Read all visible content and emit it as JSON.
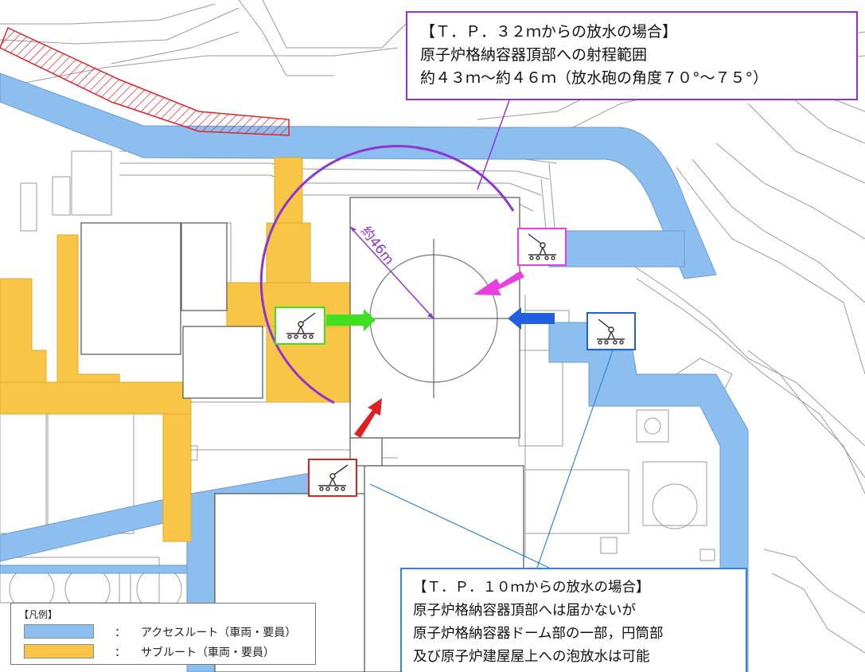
{
  "callout_top": {
    "lines": [
      "【Ｔ．Ｐ．３２ｍからの放水の場合】",
      "原子炉格納容器頂部への射程範囲",
      "約４３ｍ～約４６ｍ（放水砲の角度７０°～７５°）"
    ]
  },
  "callout_bottom": {
    "lines": [
      "【Ｔ．Ｐ．１０ｍからの放水の場合】",
      "原子炉格納容器頂部へは届かないが",
      "原子炉格納容器ドーム部の一部，円筒部",
      "及び原子炉建屋屋上への泡放水は可能"
    ]
  },
  "radius_label": "約46m",
  "legend": {
    "title": "【凡例】",
    "items": [
      {
        "colon": "：",
        "label": "アクセスルート（車両・要員）",
        "color": "#8cbef0"
      },
      {
        "colon": "：",
        "label": "サブルート（車両・要員）",
        "color": "#f8c546"
      }
    ]
  },
  "colors": {
    "access_route": "#8cbef0",
    "sub_route": "#f8c546",
    "range_arc": "#8e35d1",
    "cannon_green": "#3fe020",
    "cannon_magenta": "#e83fe0",
    "cannon_blue": "#1f5fe0",
    "cannon_red": "#e02020",
    "leader_blue": "#2e86d6",
    "hatch_red": "#e0202a"
  },
  "cannons": [
    {
      "id": "green",
      "icon": "water-cannon-icon"
    },
    {
      "id": "magenta",
      "icon": "water-cannon-icon"
    },
    {
      "id": "blue",
      "icon": "water-cannon-icon"
    },
    {
      "id": "red",
      "icon": "water-cannon-icon"
    }
  ]
}
